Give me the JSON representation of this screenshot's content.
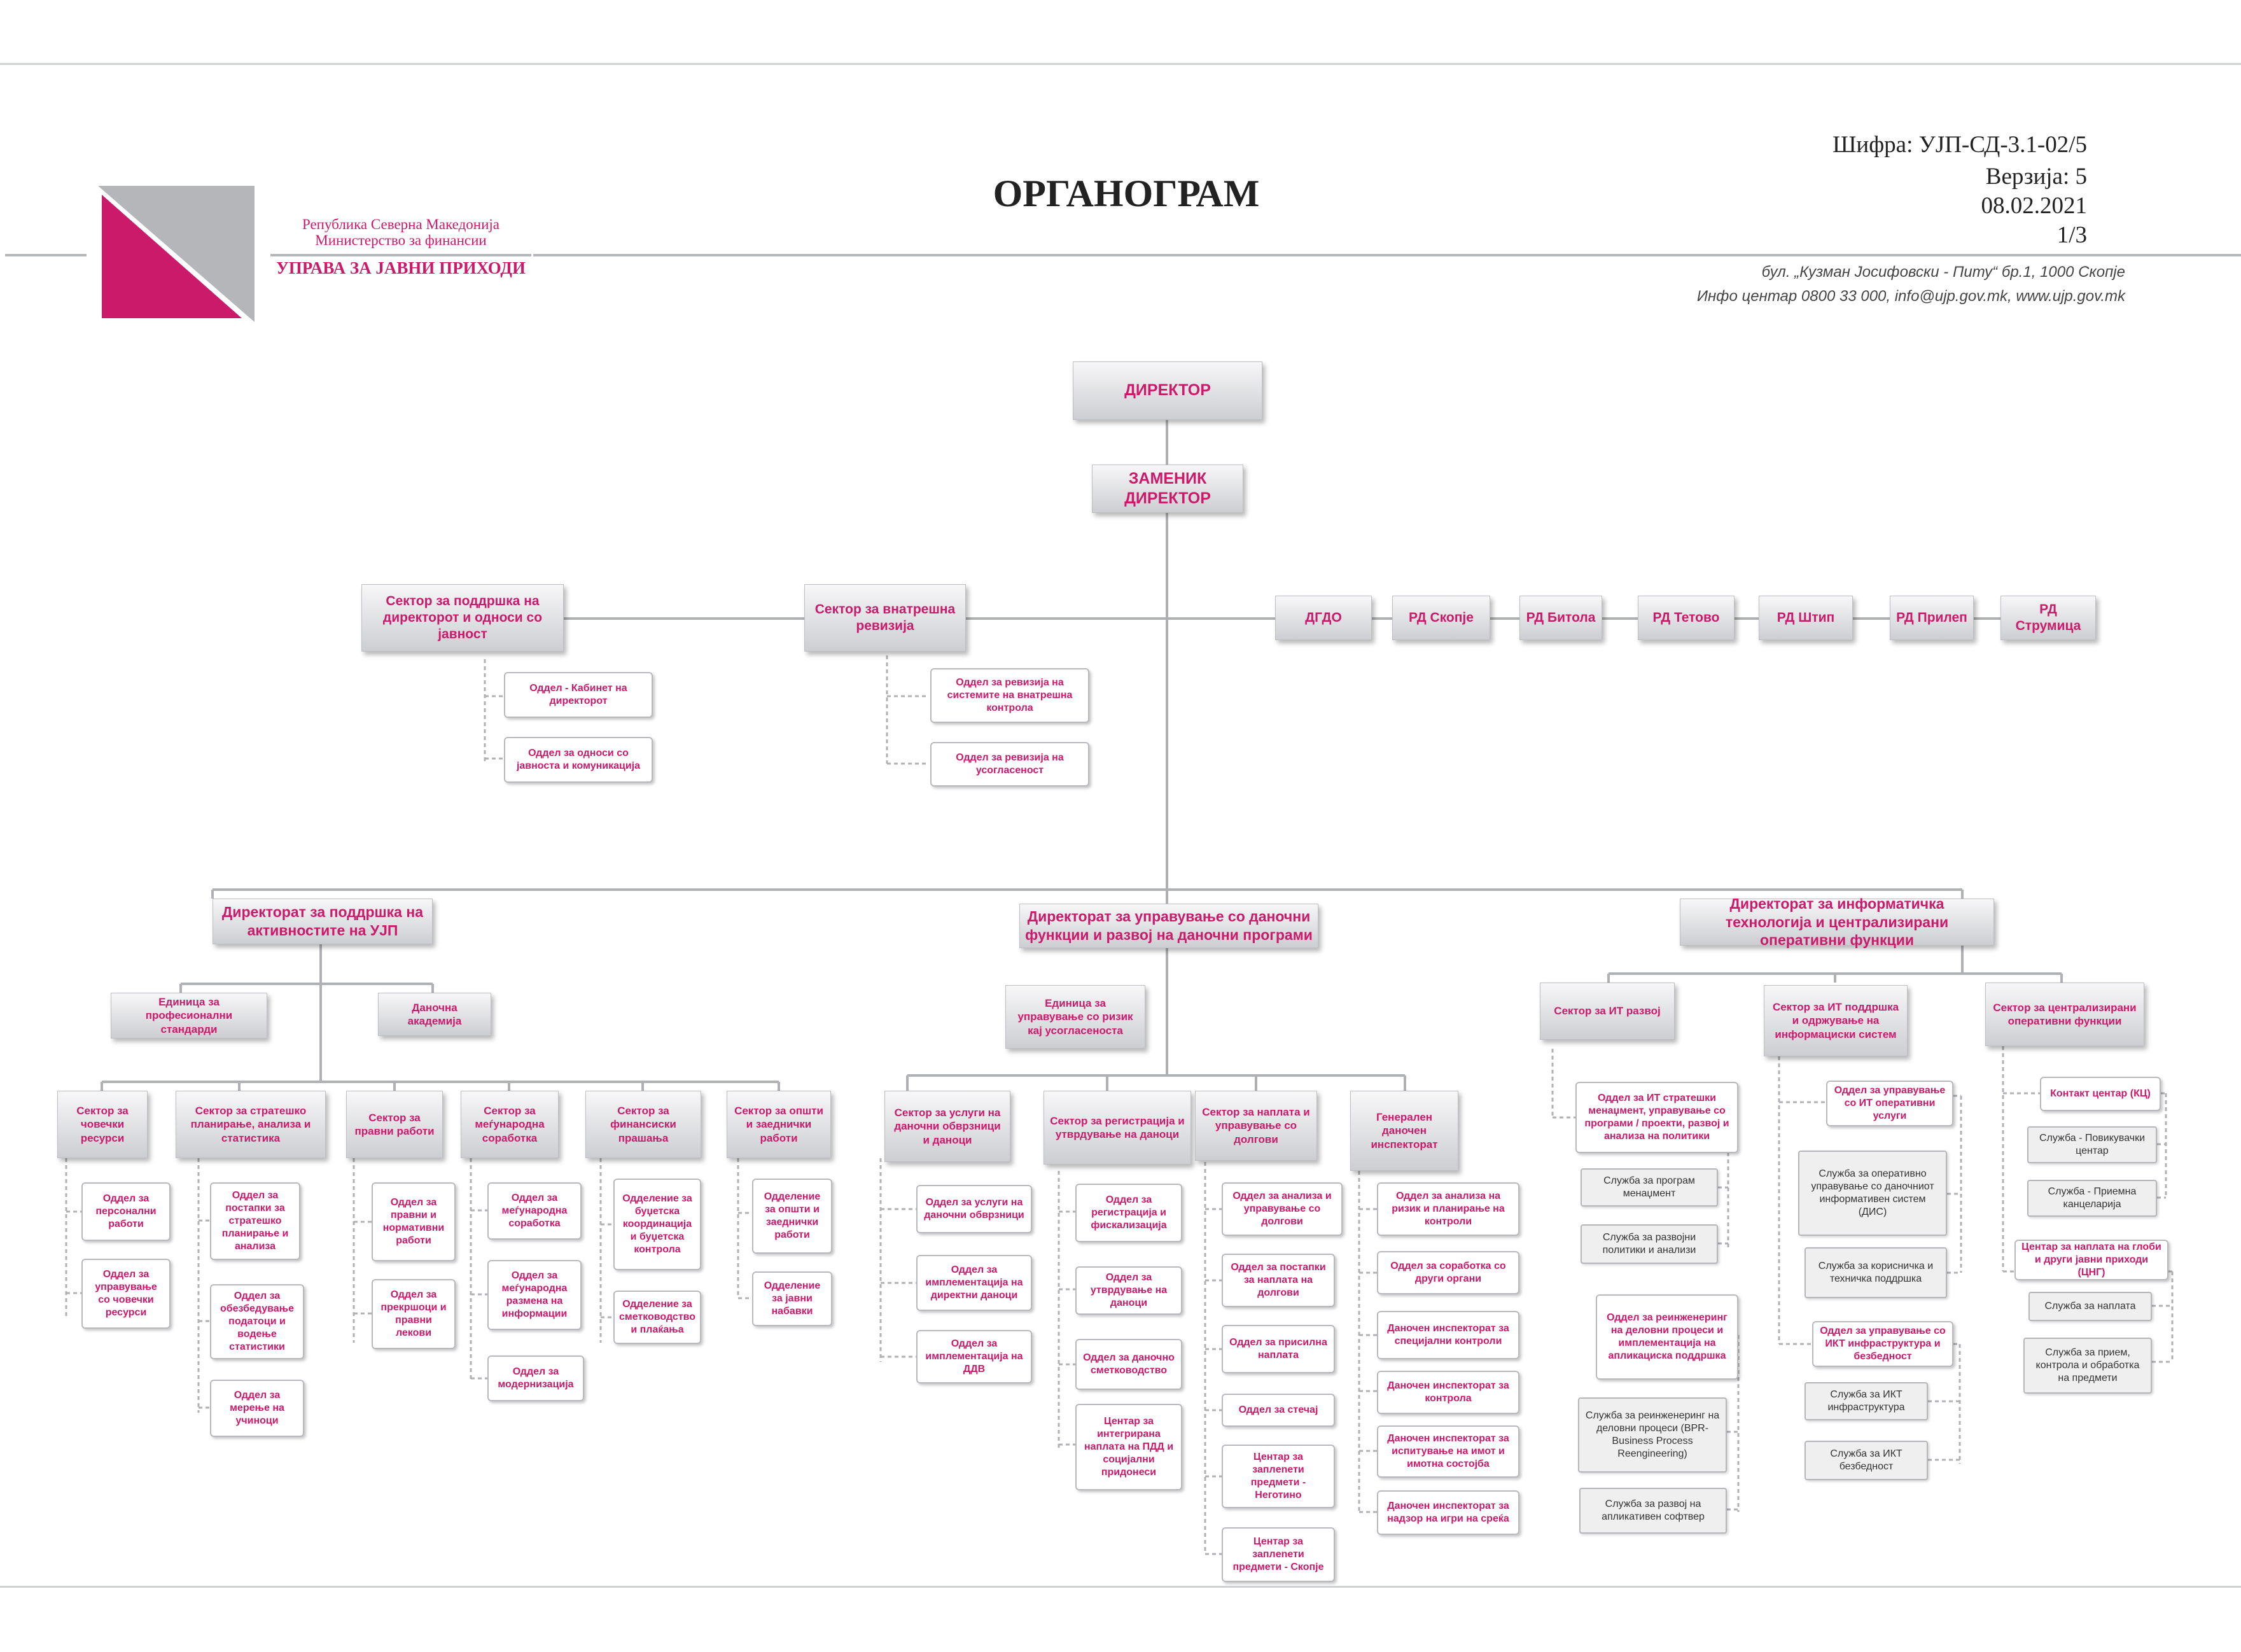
{
  "colors": {
    "accent": "#cc1a6b",
    "line": "#b0b1b5",
    "logo_gray": "#b5b6ba"
  },
  "header": {
    "org_line1": "Република Северна Македонија",
    "org_line2": "Министерство за финансии",
    "org_name": "УПРАВА ЗА ЈАВНИ ПРИХОДИ",
    "title": "ОРГАНОГРАМ",
    "code": "Шифра: УЈП-СД-3.1-02/5",
    "version": "Верзија: 5",
    "date": "08.02.2021",
    "page": "1/3",
    "address": "бул. „Кузман Јосифовски - Питу“ бр.1, 1000 Скопје",
    "contact": "Инфо центар 0800 33 000, info@ujp.gov.mk, www.ujp.gov.mk"
  },
  "nodes": {
    "director": "ДИРЕКТОР",
    "deputy": "ЗАМЕНИК ДИРЕКТОР",
    "sector_support_director": "Сектор за поддршка на директорот и односи со јавност",
    "unit_cabinet": "Оддел - Кабинет на директорот",
    "unit_public_relations": "Оддел за односи со јавноста и комуникација",
    "sector_internal_audit": "Сектор за внатрешна ревизија",
    "unit_audit_systems": "Оддел за ревизија на системите на внатрешна контрола",
    "unit_audit_compliance": "Оддел за ревизија на усогласеност",
    "dgdo": "ДГДО",
    "rd_skopje": "РД Скопје",
    "rd_bitola": "РД Битола",
    "rd_tetovo": "РД Тетово",
    "rd_shtip": "РД Штип",
    "rd_prilep": "РД Прилеп",
    "rd_strumica": "РД Струмица",
    "dir_support": "Директорат за поддршка на активностите на УЈП",
    "unit_prof_standards": "Единица за професионални стандарди",
    "tax_academy": "Даночна академија",
    "sector_hr": "Сектор за човечки ресурси",
    "unit_hr_personnel": "Оддел за персонални работи",
    "unit_hr_management": "Оддел за управување со човечки ресурси",
    "sector_strategic": "Сектор за стратешко планирање, анализа и статистика",
    "unit_strat_procedures": "Оддел за постапки за стратешко планирање и анализа",
    "unit_strat_data": "Оддел за обезбедување податоци и водење статистики",
    "unit_strat_measure": "Оддел за мерење на учиноци",
    "sector_legal": "Сектор за правни работи",
    "unit_legal_normative": "Оддел за правни и нормативни работи",
    "unit_legal_offences": "Оддел за прекршоци и правни лекови",
    "sector_international": "Сектор за меѓународна соработка",
    "unit_intl_coop": "Оддел за меѓународна соработка",
    "unit_intl_exchange": "Оддел за меѓународна размена на информации",
    "unit_modernization": "Оддел за модернизација",
    "sector_finance": "Сектор за финансиски прашања",
    "unit_fin_budget": "Одделение за буџетска координација и буџетска контрола",
    "unit_fin_accounting": "Одделение за сметководство и плаќања",
    "sector_general": "Сектор за општи и заеднички работи",
    "unit_gen_common": "Одделение за општи и заеднички работи",
    "unit_gen_procurement": "Одделение за јавни набавки",
    "dir_tax": "Директорат за управување со даночни функции и развој на даночни програми",
    "unit_risk": "Единица за управување со ризик кај усогласеноста",
    "sector_taxpayer": "Сектор за услуги на даночни обврзници и даноци",
    "unit_taxpayer_services": "Оддел за услуги на даночни обврзници",
    "unit_direct_taxes": "Оддел за имплементација на директни даноци",
    "unit_vat": "Оддел за имплементација на ДДВ",
    "sector_registration": "Сектор за регистрација и утврдување на даноци",
    "unit_reg_fiscal": "Оддел за регистрација и фискализација",
    "unit_reg_assess": "Оддел за утврдување на даноци",
    "unit_reg_accounting": "Оддел за даночно сметководство",
    "unit_reg_ppd": "Центар за интегрирана наплата на ПДД и социјални придонеси",
    "sector_collection": "Сектор за наплата и управување со долгови",
    "unit_col_analysis": "Оддел за анализа и управување со долгови",
    "unit_col_procedures": "Оддел за постапки за наплата на долгови",
    "unit_col_forced": "Оддел за присилна наплата",
    "unit_col_bankruptcy": "Оддел за стечај",
    "unit_col_negotino": "Центар за заплenети предмети - Неготино",
    "unit_col_skopje": "Центар за заплenети предмети - Скопје",
    "sector_inspectorate": "Генерален даночен инспекторат",
    "unit_insp_risk": "Оддел за анализа на ризик и планирање на контроли",
    "unit_insp_cooperation": "Оддел за соработка со други органи",
    "unit_insp_special": "Даночен инспекторат за специјални контроли",
    "unit_insp_control": "Даночен инспекторат за контрола",
    "unit_insp_property": "Даночен инспекторат за испитување на имот и имотна состојба",
    "unit_insp_gambling": "Даночен инспекторат за надзор на игри на среќа",
    "dir_it": "Директорат за информатичка технологија и централизирани оперативни функции",
    "sector_it_dev": "Сектор за ИТ развој",
    "unit_it_strategic": "Оддел за ИТ стратешки менаџмент, управување со програми / проекти, развој и анализа на политики",
    "svc_program_mgmt": "Служба за програм менаџмент",
    "svc_policy_dev": "Служба за развојни политики и анализи",
    "unit_reengineering": "Оддел за реинженеринг на деловни процеси и имплементација на апликациска поддршка",
    "svc_bpr": "Служба за реинженеринг на деловни процеси (BPR- Business Process Reengineering)",
    "svc_app_dev": "Служба за развој на апликативен софтвер",
    "sector_it_support": "Сектор за ИТ поддршка и одржување на информациски систем",
    "unit_it_operative": "Оддел за управување со ИТ оперативни услуги",
    "svc_dis": "Служба за оперативно управување со даночниот информативен систем (ДИС)",
    "svc_user_support": "Служба за корисничка и техничка поддршка",
    "unit_ict_infra": "Оддел за управување со ИКТ инфраструктура и безбедност",
    "svc_ict_infra": "Служба за ИКТ инфраструктура",
    "svc_ict_security": "Служба за ИКТ безбедност",
    "sector_central": "Сектор за централизирани оперативни функции",
    "unit_contact_center": "Контакт центар (КЦ)",
    "svc_summons": "Служба - Повикувачки центар",
    "svc_reception": "Служба - Приемна канцеларија",
    "unit_fines": "Центар за наплата на глоби и други јавни приходи (ЦНГ)",
    "svc_collection": "Служба за наплата",
    "svc_mail": "Служба за прием, контрола и обработка на предмети"
  }
}
